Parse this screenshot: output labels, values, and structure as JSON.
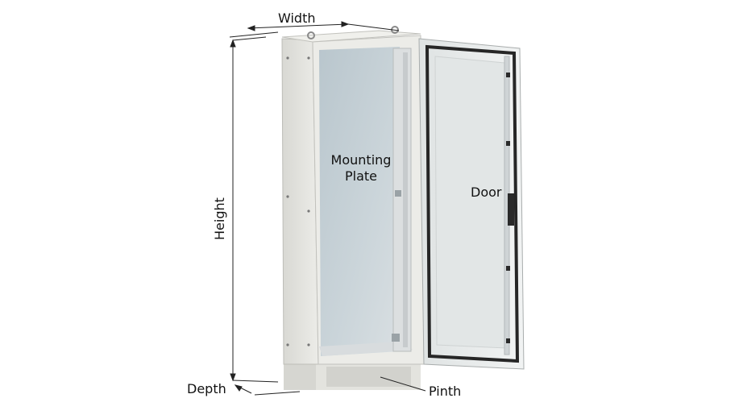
{
  "labels": {
    "width": "Width",
    "height": "Height",
    "depth": "Depth",
    "pinth": "Pinth",
    "door": "Door",
    "mounting_line1": "Mounting",
    "mounting_line2": "Plate"
  },
  "colors": {
    "cabinet_body": "#e6e6e2",
    "cabinet_shadow": "#cfcfca",
    "mounting_plate": "#c8d2d8",
    "door_panel": "#e9ecec",
    "gasket": "#2a2a2a",
    "annotation_line": "#222222"
  }
}
